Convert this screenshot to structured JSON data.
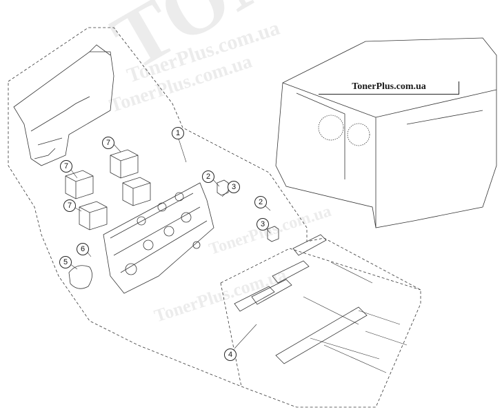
{
  "header": {
    "label": "TonerPlus.com.ua"
  },
  "callouts": [
    {
      "id": "c1a",
      "text": "1"
    },
    {
      "id": "c2a",
      "text": "2"
    },
    {
      "id": "c2b",
      "text": "2"
    },
    {
      "id": "c3a",
      "text": "3"
    },
    {
      "id": "c3b",
      "text": "3"
    },
    {
      "id": "c4a",
      "text": "4"
    },
    {
      "id": "c5a",
      "text": "5"
    },
    {
      "id": "c6a",
      "text": "6"
    },
    {
      "id": "c7a",
      "text": "7"
    },
    {
      "id": "c7b",
      "text": "7"
    },
    {
      "id": "c7c",
      "text": "7"
    }
  ],
  "watermarks": {
    "big_a": "TONER",
    "site_a": "TonerPlus.com.ua",
    "site_b": "TonerPlus.com.ua",
    "site_c": "TonerPlus.com.ua",
    "site_d": "TonerPlus.com.ua"
  },
  "colors": {
    "line": "#333333",
    "watermark": "#9a9a9a",
    "background": "#ffffff"
  }
}
